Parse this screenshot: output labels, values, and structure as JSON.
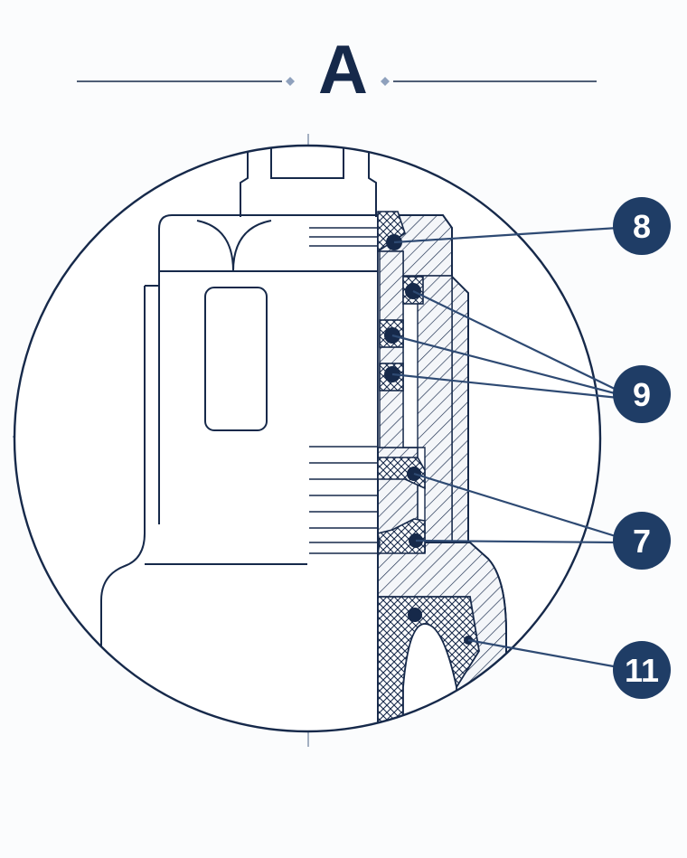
{
  "title": "A",
  "callouts": [
    {
      "id": "c8",
      "label": "8"
    },
    {
      "id": "c9",
      "label": "9"
    },
    {
      "id": "c7",
      "label": "7"
    },
    {
      "id": "c11",
      "label": "11"
    }
  ],
  "colors": {
    "ink": "#16294a",
    "callout_fill": "#1f3d66",
    "background": "#fbfcfd"
  }
}
